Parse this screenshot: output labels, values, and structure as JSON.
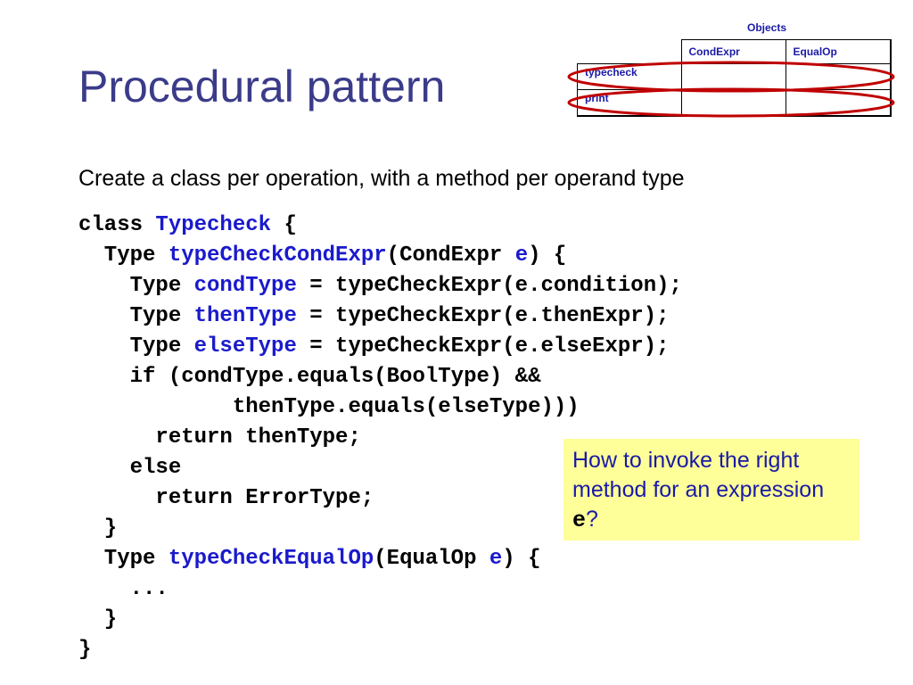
{
  "slide": {
    "title": "Procedural pattern",
    "subtitle": "Create a class per operation, with a method per operand type"
  },
  "matrix": {
    "caption": "Objects",
    "columns": [
      "CondExpr",
      "EqualOp"
    ],
    "rows": [
      "typecheck",
      "print"
    ],
    "highlight_color": "#c00000"
  },
  "code": {
    "lines": [
      [
        {
          "t": "class "
        },
        {
          "t": "Typecheck",
          "hl": true
        },
        {
          "t": " {"
        }
      ],
      [
        {
          "t": "  Type "
        },
        {
          "t": "typeCheckCondExpr",
          "hl": true
        },
        {
          "t": "(CondExpr "
        },
        {
          "t": "e",
          "hl": true
        },
        {
          "t": ") {"
        }
      ],
      [
        {
          "t": "    Type "
        },
        {
          "t": "condType",
          "hl": true
        },
        {
          "t": " = typeCheckExpr(e.condition);"
        }
      ],
      [
        {
          "t": "    Type "
        },
        {
          "t": "thenType",
          "hl": true
        },
        {
          "t": " = typeCheckExpr(e.thenExpr);"
        }
      ],
      [
        {
          "t": "    Type "
        },
        {
          "t": "elseType",
          "hl": true
        },
        {
          "t": " = typeCheckExpr(e.elseExpr);"
        }
      ],
      [
        {
          "t": "    if (condType.equals(BoolType) &&"
        }
      ],
      [
        {
          "t": "            thenType.equals(elseType)))"
        }
      ],
      [
        {
          "t": "      return thenType;"
        }
      ],
      [
        {
          "t": "    else"
        }
      ],
      [
        {
          "t": "      return ErrorType;"
        }
      ],
      [
        {
          "t": "  }"
        }
      ],
      [
        {
          "t": "  Type "
        },
        {
          "t": "typeCheckEqualOp",
          "hl": true
        },
        {
          "t": "(EqualOp "
        },
        {
          "t": "e",
          "hl": true
        },
        {
          "t": ") {"
        }
      ],
      [
        {
          "t": "    ..."
        }
      ],
      [
        {
          "t": "  }"
        }
      ],
      [
        {
          "t": "}"
        }
      ]
    ]
  },
  "callout": {
    "text_before": "How to invoke the right method for an expression ",
    "code_word": "e",
    "text_after": "?"
  },
  "colors": {
    "title": "#3b3b8a",
    "code_highlight": "#1a1acc",
    "callout_background": "#ffff99",
    "callout_text": "#1a1aa6"
  }
}
